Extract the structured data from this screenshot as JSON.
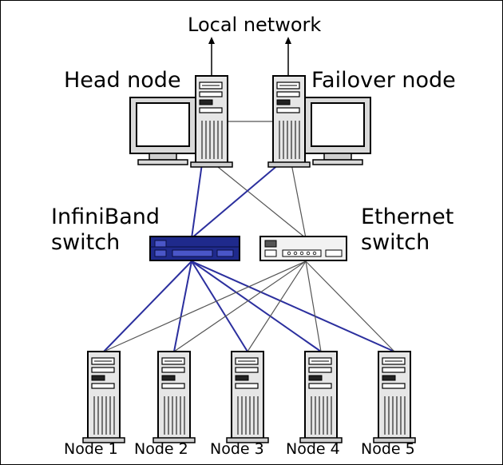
{
  "labels": {
    "local_network": "Local network",
    "head_node": "Head node",
    "failover_node": "Failover node",
    "infiniband_switch": [
      "InfiniBand",
      "switch"
    ],
    "ethernet_switch": [
      "Ethernet",
      "switch"
    ]
  },
  "nodes": [
    "Node 1",
    "Node 2",
    "Node 3",
    "Node 4",
    "Node 5"
  ],
  "colors": {
    "infiniband_link": "#2b2f9e",
    "ethernet_link": "#555555",
    "infiniband_switch": "#1f2a8c",
    "ethernet_switch": "#f2f2f2",
    "server_body": "#e6e6e6",
    "outline": "#000000"
  },
  "icons": [
    "server-tower-icon",
    "monitor-icon",
    "infiniband-switch-icon",
    "ethernet-switch-icon",
    "uplink-arrow-icon"
  ]
}
